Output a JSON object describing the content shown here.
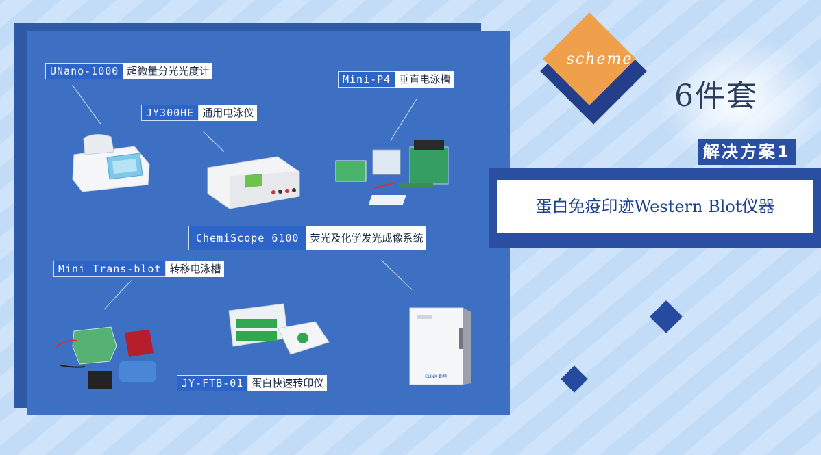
{
  "badge": {
    "text": "scheme"
  },
  "count_label": "6件套",
  "plan_label": "解决方案1",
  "solution_title": "蛋白免疫印迹Western Blot仪器",
  "products": [
    {
      "code": "UNano-1000",
      "name": "超微量分光光度计"
    },
    {
      "code": "JY300HE",
      "name": "通用电泳仪"
    },
    {
      "code": "Mini-P4",
      "name": "垂直电泳槽"
    },
    {
      "code": "ChemiScope 6100",
      "name": "荧光及化学发光成像系统"
    },
    {
      "code": "Mini Trans-blot",
      "name": "转移电泳槽"
    },
    {
      "code": "JY-FTB-01",
      "name": "蛋白快速转印仪"
    }
  ],
  "imager_brand": "CLINX 勤翔",
  "colors": {
    "panel": "#3d6fc2",
    "accent": "#f0a04b",
    "dark_blue": "#2a4fa2"
  }
}
